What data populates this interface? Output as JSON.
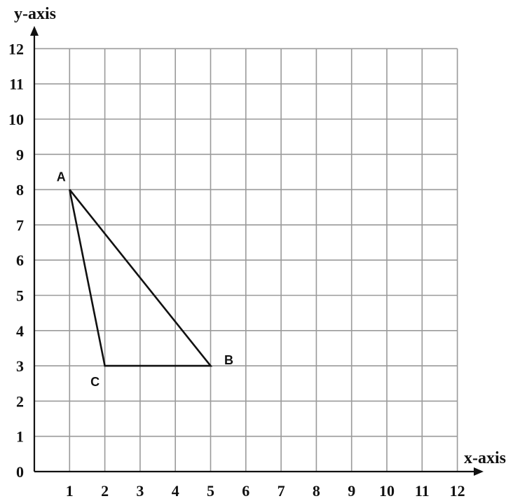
{
  "axes": {
    "x_title": "x-axis",
    "y_title": "y-axis",
    "x_range": [
      0,
      12
    ],
    "y_range": [
      0,
      12
    ],
    "x_ticks": [
      "1",
      "2",
      "3",
      "4",
      "5",
      "6",
      "7",
      "8",
      "9",
      "10",
      "11",
      "12"
    ],
    "y_ticks": [
      "0",
      "1",
      "2",
      "3",
      "4",
      "5",
      "6",
      "7",
      "8",
      "9",
      "10",
      "11",
      "12"
    ],
    "grid": true
  },
  "triangle": {
    "vertices": [
      {
        "label": "A",
        "x": 1,
        "y": 8
      },
      {
        "label": "B",
        "x": 5,
        "y": 3
      },
      {
        "label": "C",
        "x": 2,
        "y": 3
      }
    ]
  },
  "colors": {
    "grid": "#9a9a9a",
    "axis": "#111111",
    "triangle": "#111111"
  }
}
